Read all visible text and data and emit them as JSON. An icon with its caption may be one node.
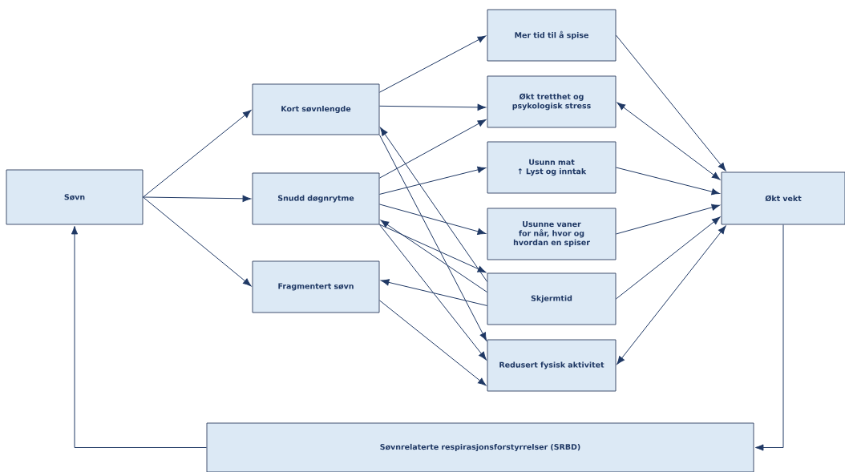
{
  "diagram": {
    "nodes": [
      {
        "text": [
          "Søvn"
        ]
      },
      {
        "text": [
          "Kort søvnlengde"
        ]
      },
      {
        "text": [
          "Snudd døgnrytme"
        ]
      },
      {
        "text": [
          "Fragmentert søvn"
        ]
      },
      {
        "text": [
          "Mer tid til å spise"
        ]
      },
      {
        "text": [
          "Økt tretthet og psykologisk stress"
        ]
      },
      {
        "text": [
          "Usunn mat",
          "↑ Lyst og inntak"
        ]
      },
      {
        "text": [
          "Usunne vaner for når, hvor og hvordan en spiser"
        ]
      },
      {
        "text": [
          "Skjermtid"
        ]
      },
      {
        "text": [
          "Redusert fysisk aktivitet"
        ]
      },
      {
        "text": [
          "Økt vekt"
        ]
      },
      {
        "text": [
          "Søvnrelaterte respirasjonsforstyrrelser (SRBD)"
        ]
      }
    ],
    "edges": [
      {
        "from": 0,
        "to": 1,
        "arrow": "to"
      },
      {
        "from": 0,
        "to": 2,
        "arrow": "to"
      },
      {
        "from": 0,
        "to": 3,
        "arrow": "to"
      },
      {
        "from": 1,
        "to": 4,
        "arrow": "to"
      },
      {
        "from": 1,
        "to": 5,
        "arrow": "to"
      },
      {
        "from": 2,
        "to": 5,
        "arrow": "to"
      },
      {
        "from": 2,
        "to": 6,
        "arrow": "to"
      },
      {
        "from": 2,
        "to": 7,
        "arrow": "to"
      },
      {
        "from": 8,
        "to": 1,
        "arrow": "to"
      },
      {
        "from": 1,
        "to": 9,
        "arrow": "to"
      },
      {
        "from": 8,
        "to": 2,
        "arrow": "to"
      },
      {
        "from": 2,
        "to": 8,
        "arrow": "to"
      },
      {
        "from": 2,
        "to": 9,
        "arrow": "to"
      },
      {
        "from": 8,
        "to": 3,
        "arrow": "to"
      },
      {
        "from": 3,
        "to": 9,
        "arrow": "to"
      },
      {
        "from": 4,
        "to": 10,
        "arrow": "to"
      },
      {
        "from": 5,
        "to": 10,
        "arrow": "both"
      },
      {
        "from": 6,
        "to": 10,
        "arrow": "to"
      },
      {
        "from": 7,
        "to": 10,
        "arrow": "to"
      },
      {
        "from": 8,
        "to": 10,
        "arrow": "to"
      },
      {
        "from": 9,
        "to": 10,
        "arrow": "both"
      },
      {
        "from": 10,
        "to": 11,
        "arrow": "to"
      },
      {
        "from": 11,
        "to": 0,
        "arrow": "to"
      }
    ]
  }
}
